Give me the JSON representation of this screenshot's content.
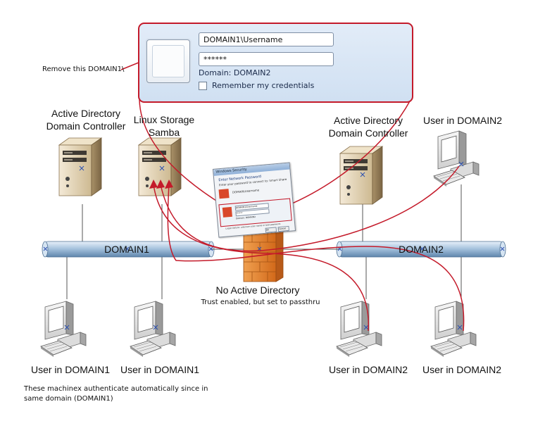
{
  "dialog": {
    "username_value": "DOMAIN1\\Username",
    "password_value": "******",
    "domain_text": "Domain: DOMAIN2",
    "remember_label": "Remember my credentials"
  },
  "annotation_remove": "Remove this DOMAIN1\\",
  "nodes": {
    "ad_dc_left": "Active Directory\nDomain Controller",
    "linux_storage": "Linux Storage\nSamba",
    "ad_dc_right": "Active Directory\nDomain Controller",
    "user_d2_top": "User in DOMAIN2",
    "user_d1_a": "User in DOMAIN1",
    "user_d1_b": "User in DOMAIN1",
    "user_d2_a": "User in DOMAIN2",
    "user_d2_b": "User in DOMAIN2"
  },
  "networks": {
    "domain1": "DOMAIN1",
    "domain2": "DOMAIN2"
  },
  "firewall": {
    "title": "No Active Directory",
    "subtitle": "Trust enabled, but set to passthru"
  },
  "footnote": "These machinex authenticate automatically since in\nsame domain (DOMAIN1)",
  "mini_dialog": {
    "title": "Windows Security",
    "heading": "Enter Network Password",
    "subheading": "Enter your password to connect to: Smart Share",
    "user_label": "DOMAIN\\Username",
    "field1": "DOMAIN1\\Username",
    "field2": "******",
    "field3": "Domain: DOMAIN2",
    "warning": "Logon failure: unknown user name or bad password.",
    "ok": "OK",
    "cancel": "Cancel"
  },
  "colors": {
    "highlight_red": "#c41a2a",
    "pipe_blue": "#a8c4de",
    "firewall_orange": "#e07a22"
  }
}
